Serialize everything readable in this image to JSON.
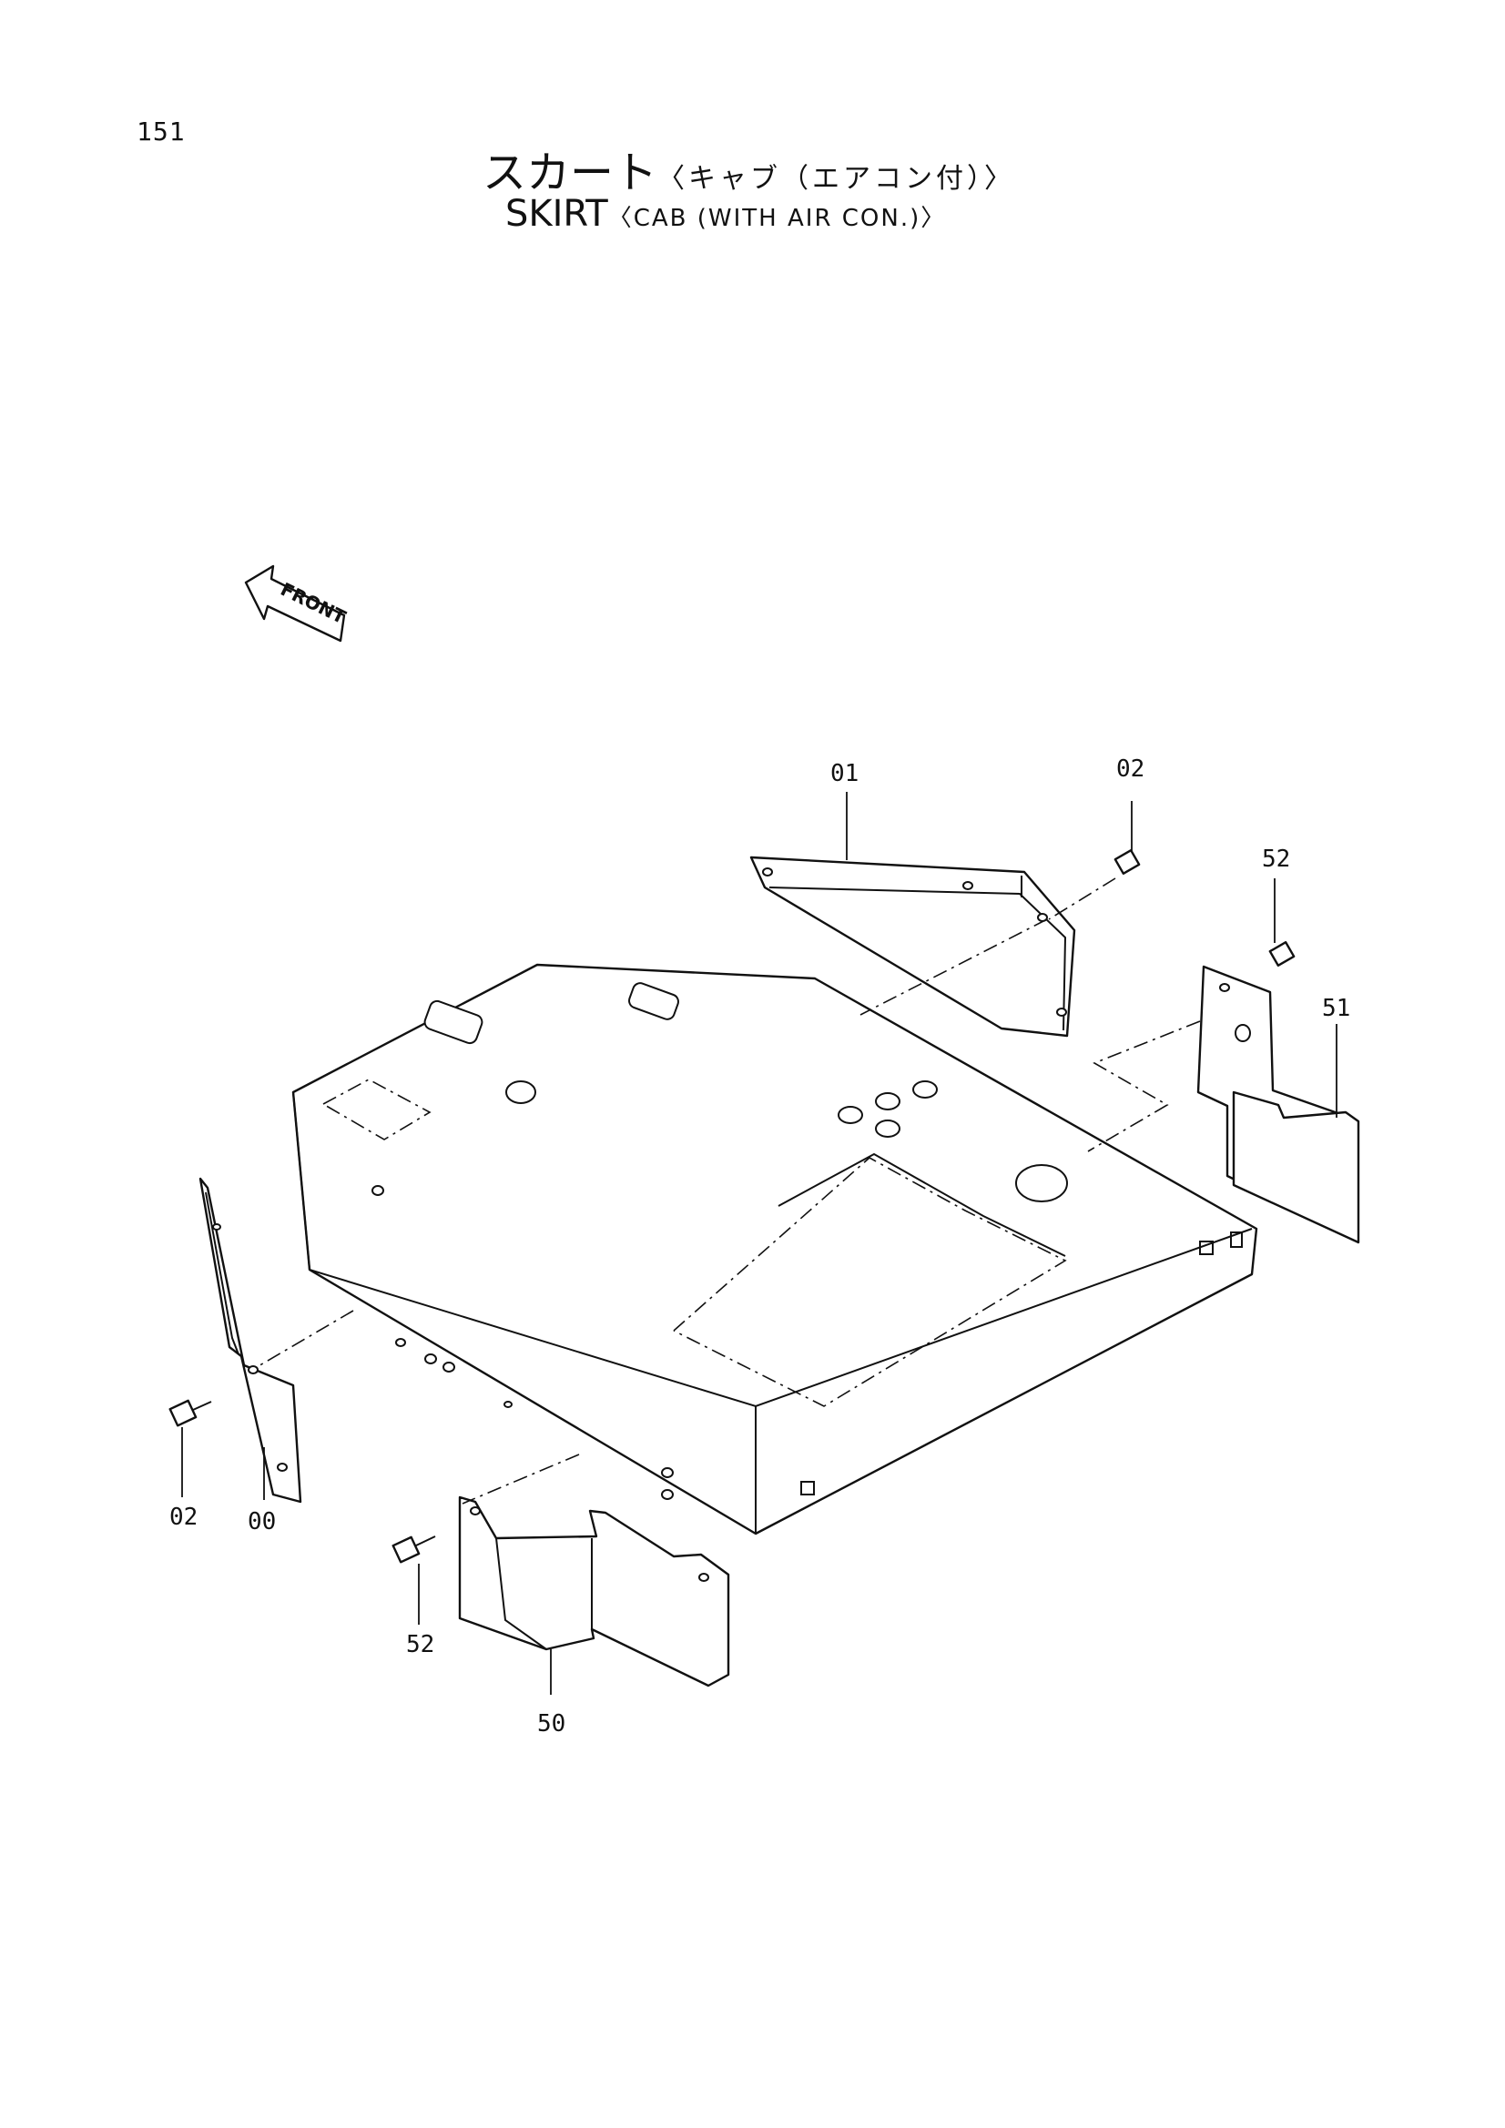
{
  "page_number": "151",
  "title_jp": {
    "main": "スカート",
    "sub": "〈キャブ（エアコン付）〉"
  },
  "title_en": {
    "main": "SKIRT",
    "sub": "〈CAB (WITH AIR CON.)〉"
  },
  "front_marker": "FRONT",
  "callouts": {
    "part_01": "01",
    "part_02_top": "02",
    "part_52_right": "52",
    "part_51": "51",
    "part_02_left": "02",
    "part_00": "00",
    "part_52_bottom": "52",
    "part_50": "50"
  }
}
